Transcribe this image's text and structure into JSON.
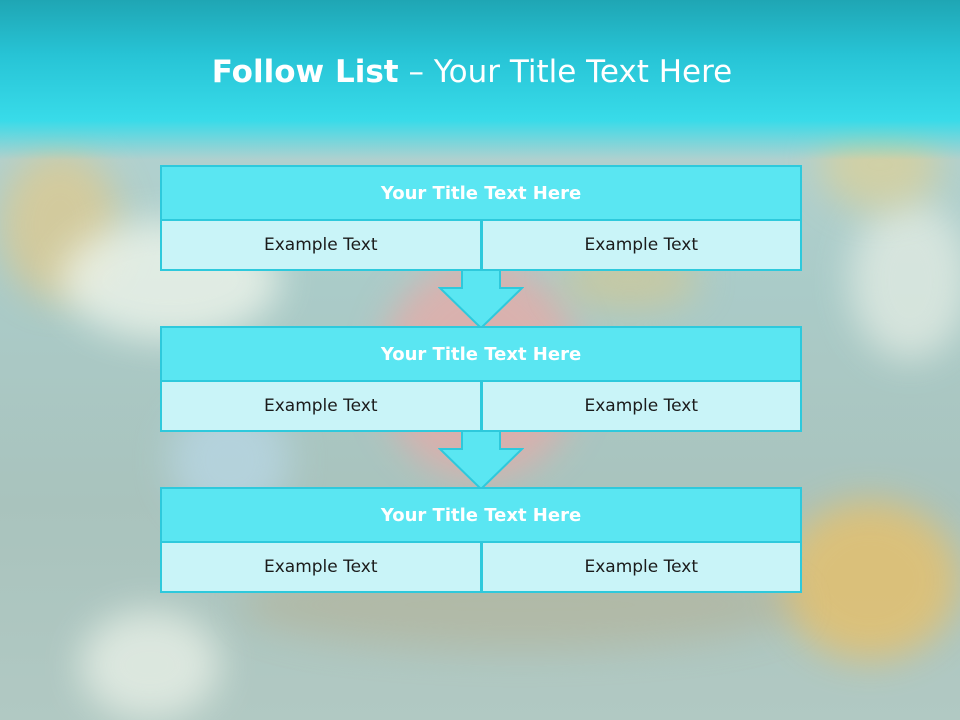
{
  "slide": {
    "title_bold": "Follow List",
    "title_rest": " – Your Title Text Here"
  },
  "blocks": [
    {
      "header": "Your Title Text Here",
      "left": "Example Text",
      "right": "Example Text"
    },
    {
      "header": "Your Title Text Here",
      "left": "Example Text",
      "right": "Example Text"
    },
    {
      "header": "Your Title Text Here",
      "left": "Example Text",
      "right": "Example Text"
    }
  ],
  "colors": {
    "accent": "#5ae6f2",
    "border": "#2ec9dc",
    "cell": "#c9f4f8",
    "title_band": "#27c4d6"
  },
  "icons": [
    "down-arrow-icon"
  ]
}
